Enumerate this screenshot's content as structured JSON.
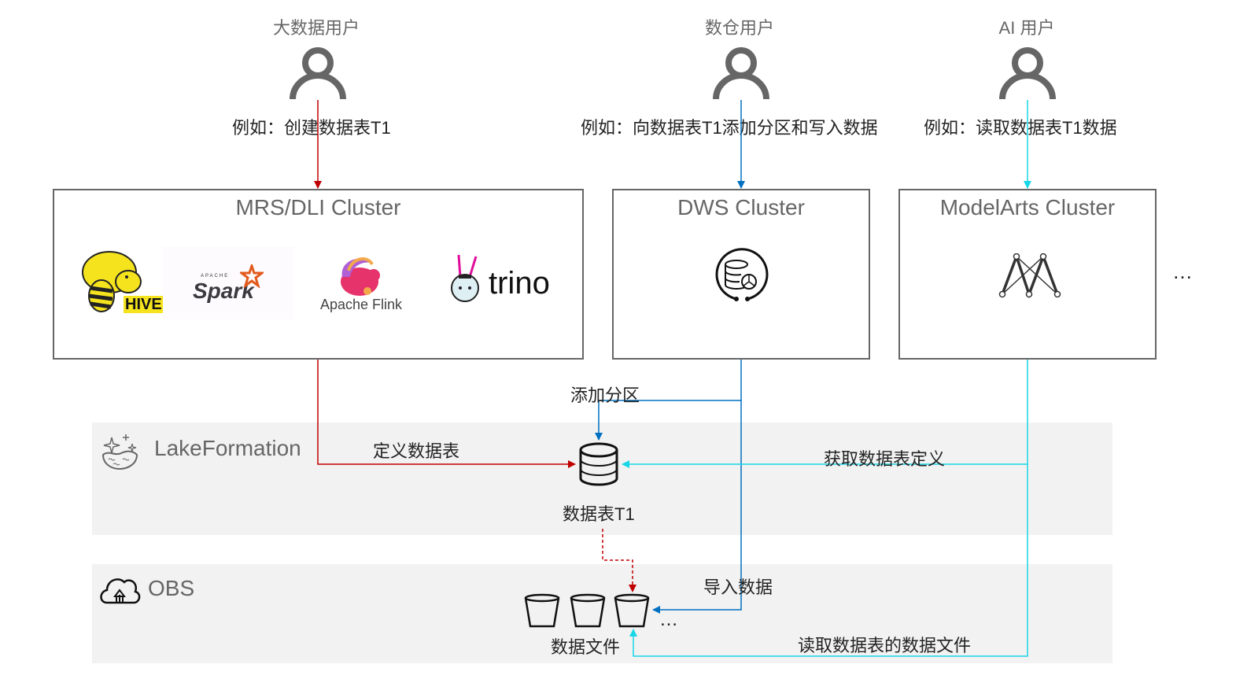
{
  "users": [
    {
      "label": "大数据用户",
      "example": "例如：创建数据表T1"
    },
    {
      "label": "数仓用户",
      "example": "例如：向数据表T1添加分区和写入数据"
    },
    {
      "label": "AI 用户",
      "example": "例如：读取数据表T1数据"
    }
  ],
  "clusters": [
    {
      "title": "MRS/DLI Cluster",
      "engines": [
        "HIVE",
        "Spark",
        "Apache Flink",
        "trino"
      ],
      "spark_super": "APACHE"
    },
    {
      "title": "DWS Cluster",
      "icon": "data-warehouse-icon"
    },
    {
      "title": "ModelArts Cluster",
      "icon": "modelarts-icon"
    }
  ],
  "more_clusters": "…",
  "layers": {
    "lakeformation": {
      "label": "LakeFormation",
      "table_label": "数据表T1"
    },
    "obs": {
      "label": "OBS",
      "files_label": "数据文件",
      "more_files": "…"
    }
  },
  "edges": {
    "define_table": "定义数据表",
    "add_partition": "添加分区",
    "get_table_def": "获取数据表定义",
    "import_data": "导入数据",
    "read_data_files": "读取数据表的数据文件"
  },
  "colors": {
    "red": "#c00000",
    "blue": "#0070c0",
    "cyan": "#17d6e6",
    "gray": "#666666",
    "band": "#f2f2f2"
  }
}
